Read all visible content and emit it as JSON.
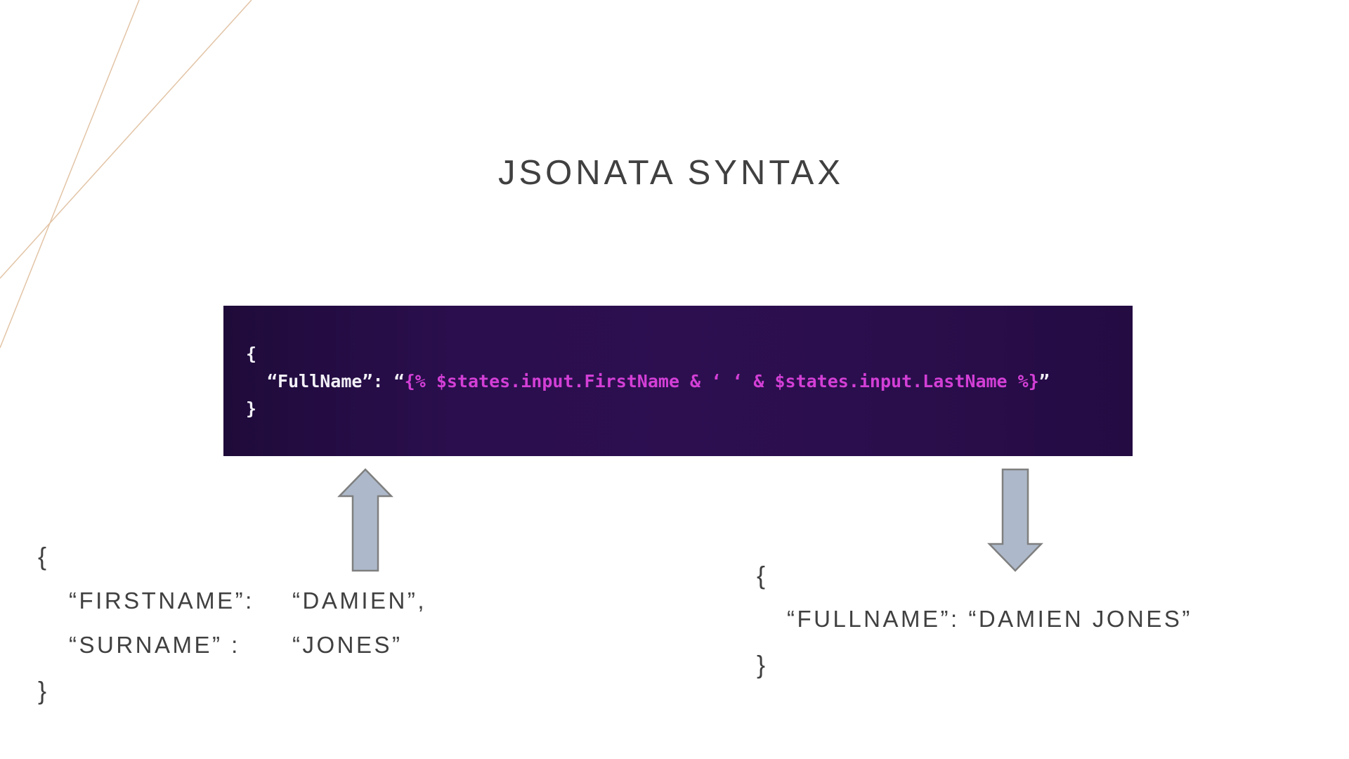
{
  "slide": {
    "title": "JSONATA SYNTAX"
  },
  "code_block": {
    "open_brace": "{",
    "key_prefix": "“FullName”: “",
    "expression": "{% $states.input.FirstName & ‘ ‘ & $states.input.LastName %}",
    "suffix": "”",
    "close_brace": "}"
  },
  "input_json": {
    "open_brace": "{",
    "firstname_key": "“FIRSTNAME”:",
    "firstname_value": "“DAMIEN”,",
    "surname_key": "“SURNAME” :",
    "surname_value": "“JONES”",
    "close_brace": "}"
  },
  "output_json": {
    "open_brace": "{",
    "line": "“FULLNAME”: “DAMIEN JONES”",
    "close_brace": "}"
  },
  "colors": {
    "title": "#404040",
    "code_background": "#2a0e4d",
    "code_text": "#f2f0f6",
    "code_expression": "#d33fd6",
    "arrow_fill": "#adb9ca",
    "arrow_stroke": "#7f7f7f",
    "decor_lines": "#e2c4a6"
  },
  "icons": {
    "input_arrow": "arrow-up-icon",
    "output_arrow": "arrow-down-icon"
  }
}
